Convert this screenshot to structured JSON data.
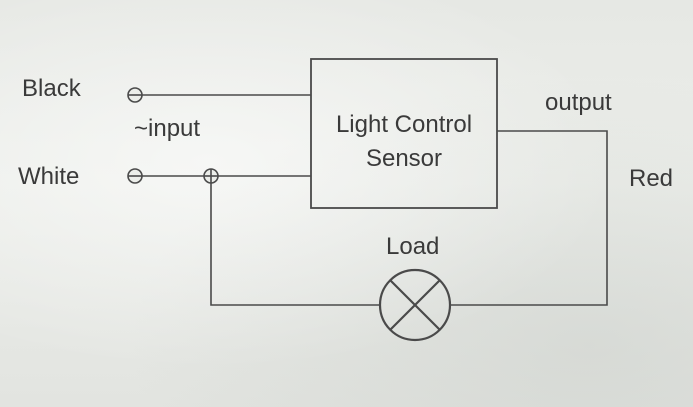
{
  "terminals": {
    "black_label": "Black",
    "white_label": "White",
    "input_label": "~input"
  },
  "sensor": {
    "line1": "Light Control",
    "line2": "Sensor"
  },
  "output_label": "output",
  "red_label": "Red",
  "load_label": "Load",
  "colors": {
    "ink": "#4a4a4a",
    "text": "#3a3a3a",
    "paper": "#e9ebe7"
  }
}
